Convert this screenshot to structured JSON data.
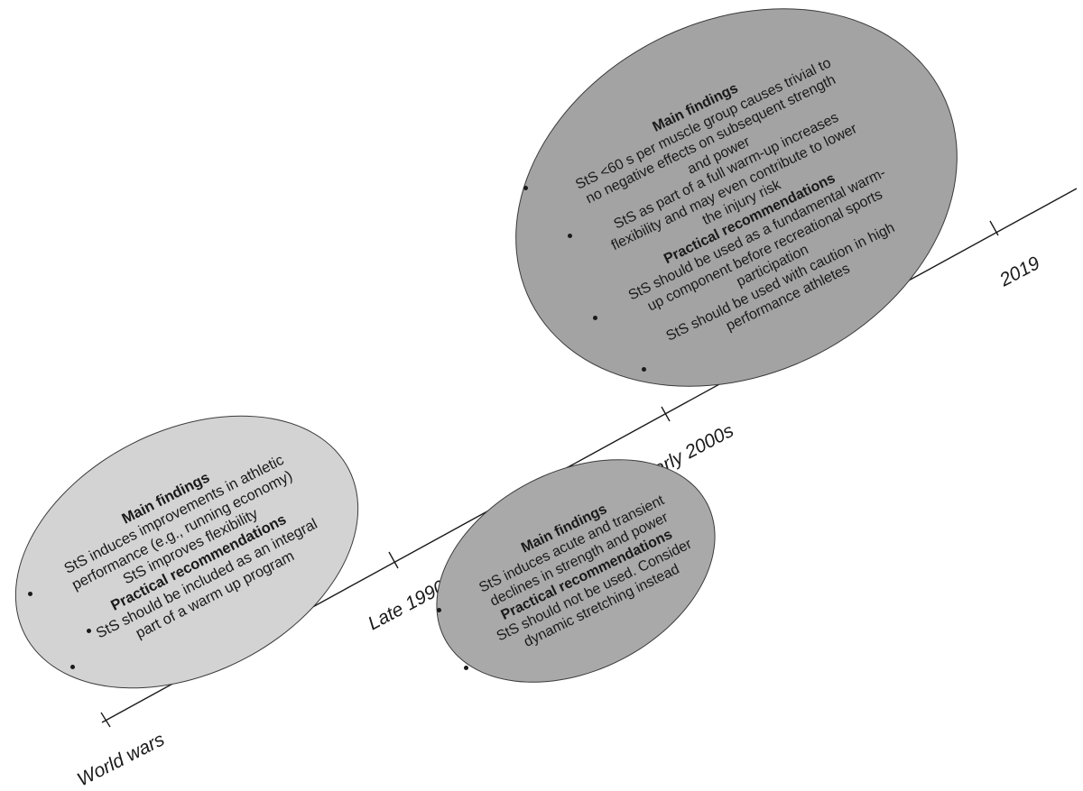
{
  "timeline": {
    "eras": [
      {
        "label": "World wars"
      },
      {
        "label": "Late 1990s"
      },
      {
        "label": "Early 2000s"
      },
      {
        "label": "2019"
      }
    ]
  },
  "panels": {
    "world_wars": {
      "main_heading": "Main findings",
      "main_lines": [
        "StS induces improvements in athletic",
        "performance (e.g., running economy)",
        "StS improves flexibility"
      ],
      "rec_heading": "Practical recommendations",
      "rec_lines": [
        "StS should be included as an integral",
        "part of a warm up program"
      ]
    },
    "late_1990s": {
      "main_heading": "Main findings",
      "main_lines": [
        "StS induces acute and transient",
        "declines in strength and power"
      ],
      "rec_heading": "Practical recommendations",
      "rec_lines": [
        "StS should not be used.  Consider",
        "dynamic stretching instead"
      ]
    },
    "early_2000s": {
      "main_heading": "Main findings",
      "main_lines": [
        "StS <60 s per muscle group causes trivial to",
        "no negative effects on subsequent strength",
        "and power",
        "StS as part of a full warm-up increases",
        "flexibility and may even contribute to lower",
        "the injury risk"
      ],
      "rec_heading": "Practical recommendations",
      "rec_lines": [
        "StS should be used as a fundamental warm-",
        "up component before recreational sports",
        "participation",
        "StS should be used with caution in high",
        "performance athletes"
      ]
    }
  }
}
